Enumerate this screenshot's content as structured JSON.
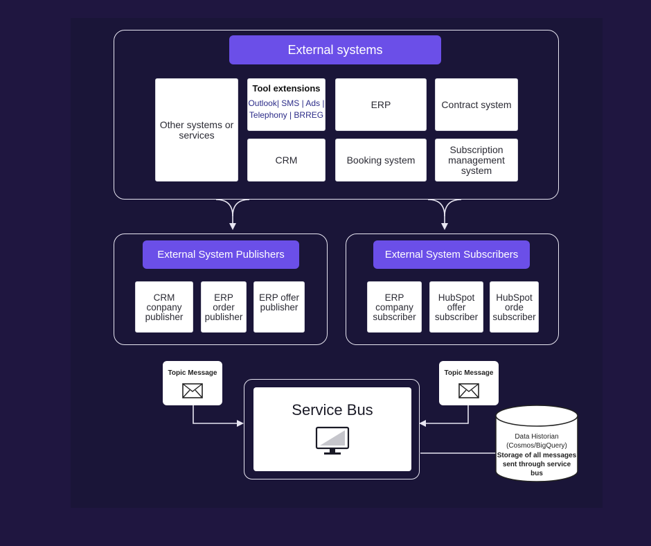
{
  "external_systems": {
    "title": "External systems",
    "other": "Other systems or services",
    "tool_extensions": {
      "title": "Tool extensions",
      "items": "Outlook| SMS | Ads | Telephony | BRREG"
    },
    "erp": "ERP",
    "contract": "Contract system",
    "crm": "CRM",
    "booking": "Booking system",
    "subscription": "Subscription management system"
  },
  "publishers": {
    "title": "External System Publishers",
    "items": [
      "CRM conpany publisher",
      "ERP order publisher",
      "ERP offer publisher"
    ]
  },
  "subscribers": {
    "title": "External System Subscribers",
    "items": [
      "ERP company subscriber",
      "HubSpot offer subscriber",
      "HubSpot orde subscriber"
    ]
  },
  "topic_message_left": "Topic Message",
  "topic_message_right": "Topic Message",
  "service_bus": {
    "title": "Service Bus"
  },
  "data_historian": {
    "title": "Data Historian",
    "subtitle": "(Cosmos/BigQuery)",
    "description": "Storage of all messages sent through service bus"
  },
  "colors": {
    "background": "#1f1640",
    "accent": "#6b4fe8",
    "line": "#e8e6f2"
  },
  "icons": [
    "envelope-icon",
    "monitor-icon"
  ]
}
